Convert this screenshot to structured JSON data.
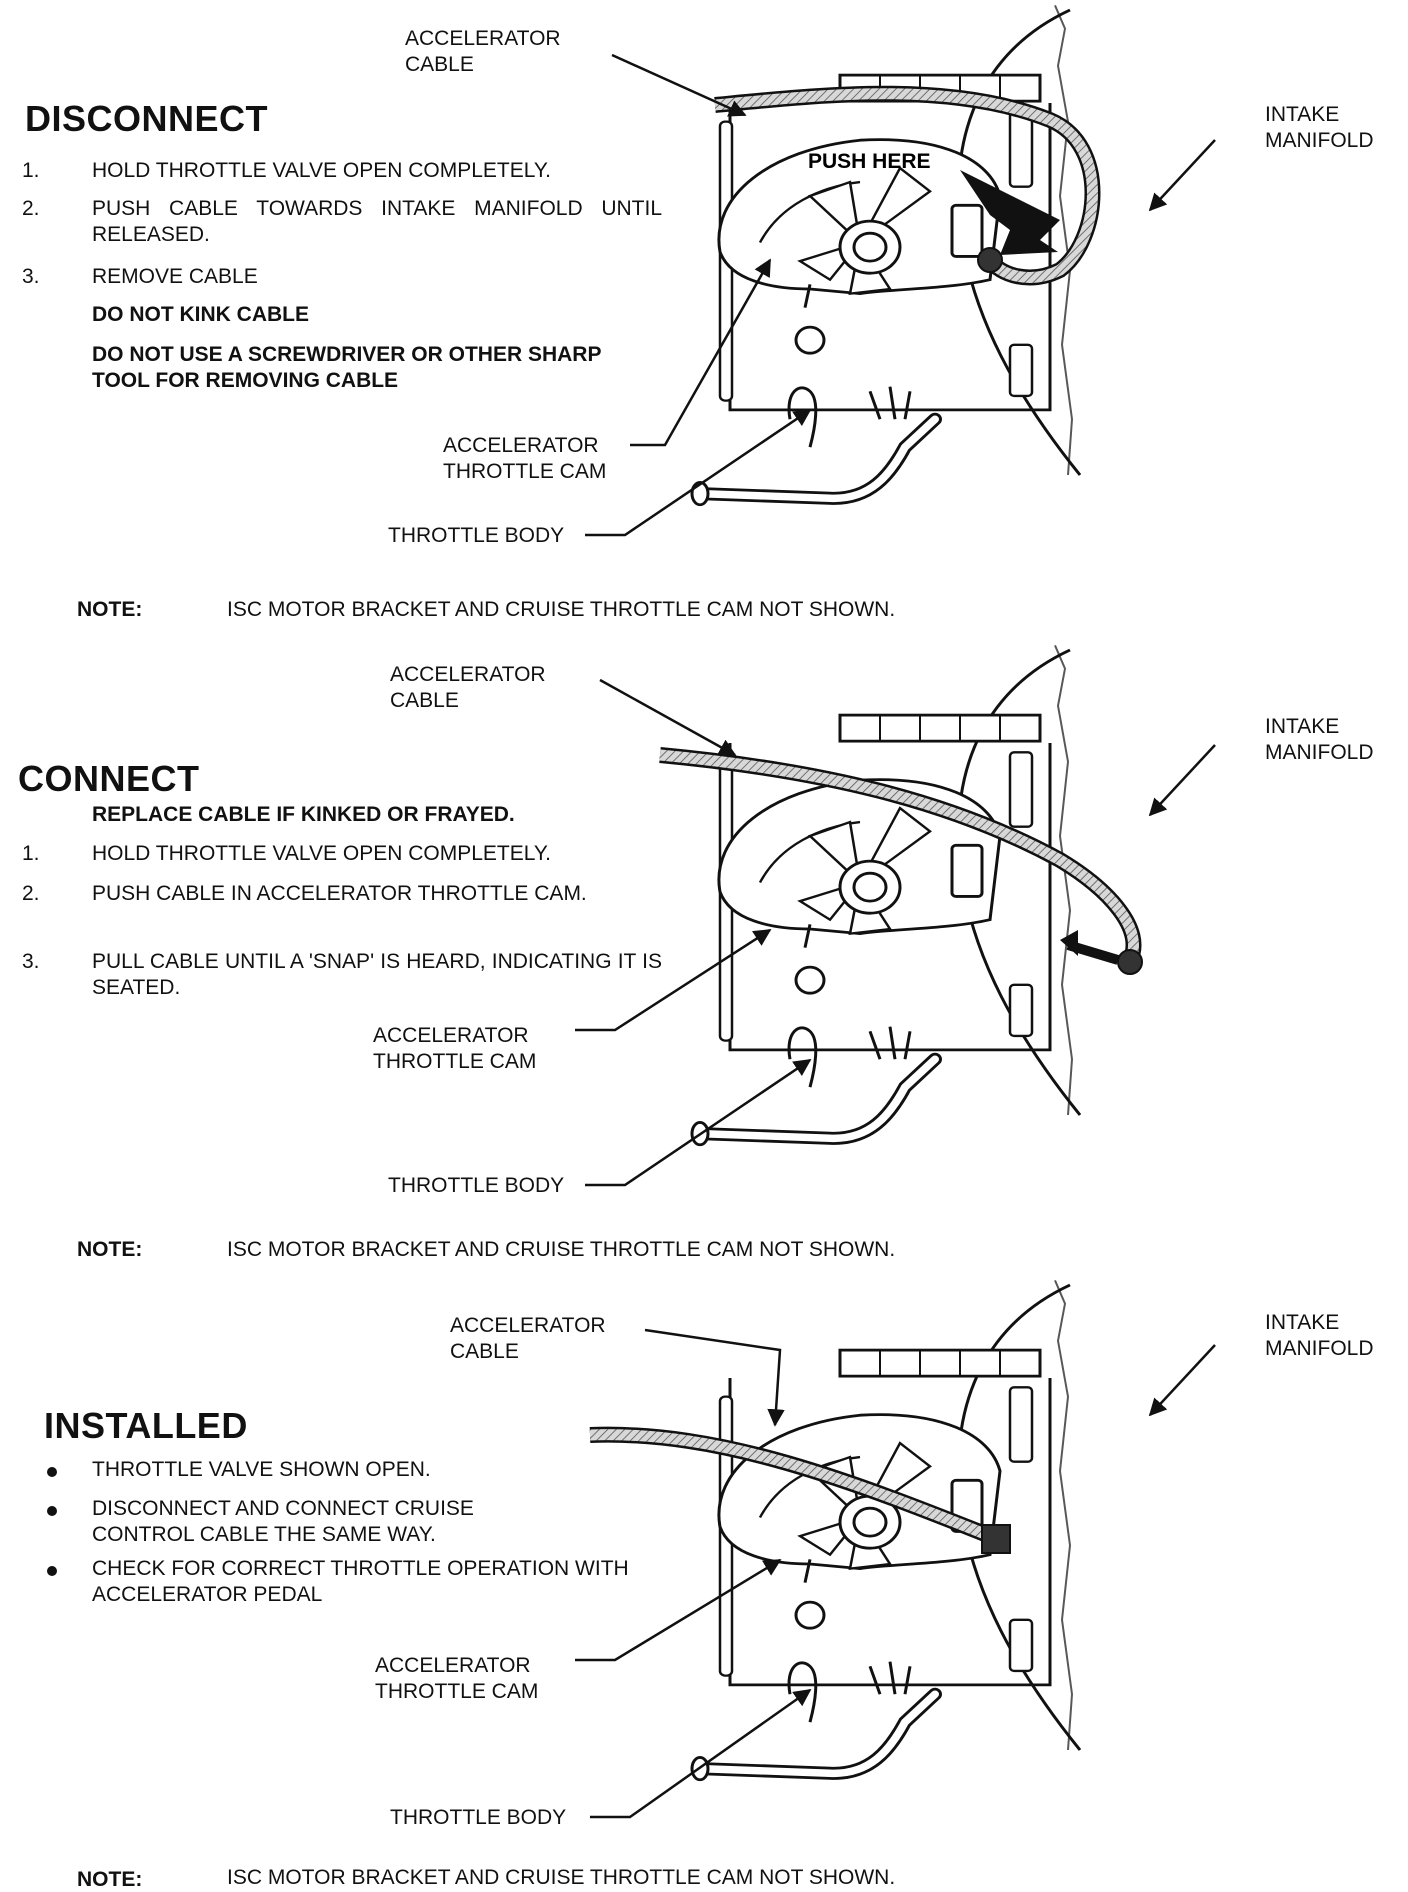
{
  "disconnect": {
    "heading": "DISCONNECT",
    "steps": [
      {
        "num": "1.",
        "text": "HOLD THROTTLE VALVE OPEN COMPLETELY."
      },
      {
        "num": "2.",
        "text": "PUSH CABLE TOWARDS INTAKE MANIFOLD UNTIL RELEASED."
      },
      {
        "num": "3.",
        "text": "REMOVE CABLE"
      }
    ],
    "warning1": "DO NOT KINK CABLE",
    "warning2": "DO NOT USE A SCREWDRIVER OR OTHER SHARP TOOL FOR REMOVING CABLE",
    "labels": {
      "accelerator_cable": "ACCELERATOR\nCABLE",
      "intake_manifold": "INTAKE\nMANIFOLD",
      "push_here": "PUSH HERE",
      "throttle_cam": "ACCELERATOR\nTHROTTLE CAM",
      "throttle_body": "THROTTLE BODY"
    },
    "note_label": "NOTE:",
    "note_text": "ISC MOTOR BRACKET AND CRUISE THROTTLE CAM NOT SHOWN."
  },
  "connect": {
    "heading": "CONNECT",
    "intro": "REPLACE CABLE IF KINKED OR FRAYED.",
    "steps": [
      {
        "num": "1.",
        "text": "HOLD THROTTLE VALVE OPEN COMPLETELY."
      },
      {
        "num": "2.",
        "text": "PUSH CABLE IN ACCELERATOR THROTTLE CAM."
      },
      {
        "num": "3.",
        "text": "PULL CABLE UNTIL A 'SNAP' IS HEARD, INDICATING IT IS SEATED."
      }
    ],
    "labels": {
      "accelerator_cable": "ACCELERATOR\nCABLE",
      "intake_manifold": "INTAKE\nMANIFOLD",
      "throttle_cam": "ACCELERATOR\nTHROTTLE CAM",
      "throttle_body": "THROTTLE BODY"
    },
    "note_label": "NOTE:",
    "note_text": "ISC MOTOR BRACKET AND CRUISE THROTTLE CAM NOT SHOWN."
  },
  "installed": {
    "heading": "INSTALLED",
    "bullets": [
      "THROTTLE VALVE SHOWN OPEN.",
      "DISCONNECT AND CONNECT CRUISE CONTROL CABLE THE SAME WAY.",
      "CHECK FOR CORRECT THROTTLE OPERATION WITH ACCELERATOR PEDAL"
    ],
    "labels": {
      "accelerator_cable": "ACCELERATOR\nCABLE",
      "intake_manifold": "INTAKE\nMANIFOLD",
      "throttle_cam": "ACCELERATOR\nTHROTTLE CAM",
      "throttle_body": "THROTTLE BODY"
    },
    "note_label": "NOTE:",
    "note_text": "ISC MOTOR BRACKET AND CRUISE THROTTLE CAM NOT SHOWN."
  }
}
